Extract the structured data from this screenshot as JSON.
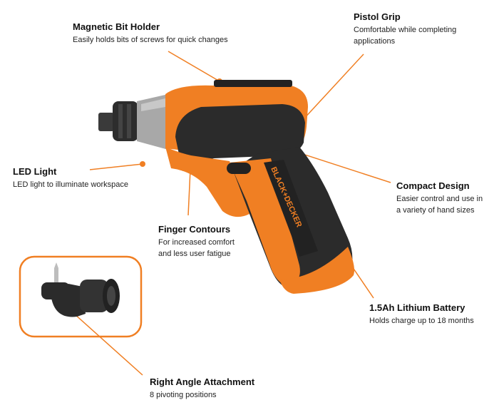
{
  "brand": {
    "logo_text": "BLACK+DECKER"
  },
  "colors": {
    "accent": "#f07f23",
    "dark": "#2a2a2a",
    "metal": "#9a9a9a"
  },
  "callouts": {
    "magnetic_bit_holder": {
      "title": "Magnetic Bit Holder",
      "desc": "Easily holds bits of screws for quick changes"
    },
    "pistol_grip": {
      "title": "Pistol Grip",
      "desc_line1": "Comfortable while completing",
      "desc_line2": "applications"
    },
    "led_light": {
      "title": "LED Light",
      "desc": "LED light to illuminate workspace"
    },
    "compact_design": {
      "title": "Compact Design",
      "desc_line1": "Easier control and use in",
      "desc_line2": "a variety of hand sizes"
    },
    "finger_contours": {
      "title": "Finger Contours",
      "desc_line1": "For increased comfort",
      "desc_line2": "and less user fatigue"
    },
    "battery": {
      "title": "1.5Ah Lithium Battery",
      "desc": "Holds charge up to 18 months"
    },
    "right_angle": {
      "title": "Right Angle Attachment",
      "desc": "8 pivoting positions"
    }
  }
}
